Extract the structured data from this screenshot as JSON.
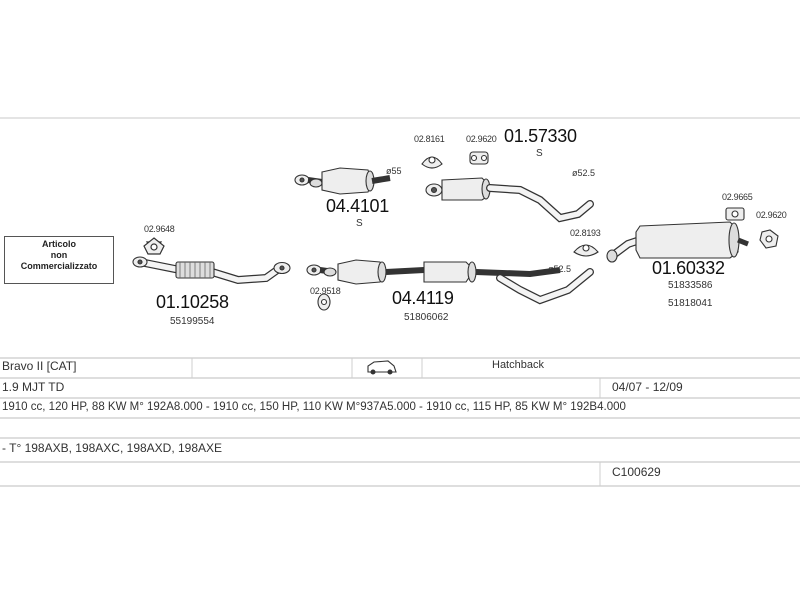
{
  "parts": {
    "front_pipe": {
      "code": "01.10258",
      "oem": "55199554"
    },
    "gasket_front": {
      "code": "02.9648"
    },
    "upper_cat": {
      "code": "04.4101",
      "variant": "S"
    },
    "upper_diam": "ø55",
    "middle_kit": {
      "code": "01.57330",
      "variant": "S"
    },
    "clamp_a": {
      "code": "02.8161"
    },
    "hanger_a": {
      "code": "02.9620"
    },
    "diam_upper_right": "ø52.5",
    "lower_cat": {
      "code": "04.4119",
      "oem": "51806062"
    },
    "gasket_lower": {
      "code": "02.9518"
    },
    "diam_lower": "ø52.5",
    "clamp_b": {
      "code": "02.8193"
    },
    "rear_silencer": {
      "code": "01.60332",
      "oem1": "51833586",
      "oem2": "51818041"
    },
    "clamp_c": {
      "code": "02.9665"
    },
    "hanger_c": {
      "code": "02.9620"
    }
  },
  "notice": {
    "line1": "Articolo",
    "line2": "non",
    "line3": "Commercializzato"
  },
  "table": {
    "model": "Bravo II  [CAT]",
    "body_type": "Hatchback",
    "engine": "1.9 MJT TD",
    "years": "04/07 - 12/09",
    "specs": "1910 cc, 120 HP, 88 KW M° 192A8.000 - 1910 cc, 150 HP, 110 KW M°937A5.000 - 1910 cc, 115 HP, 85 KW M° 192B4.000",
    "types": "- T° 198AXB, 198AXC, 198AXD, 198AXE",
    "ref": "C100629"
  }
}
